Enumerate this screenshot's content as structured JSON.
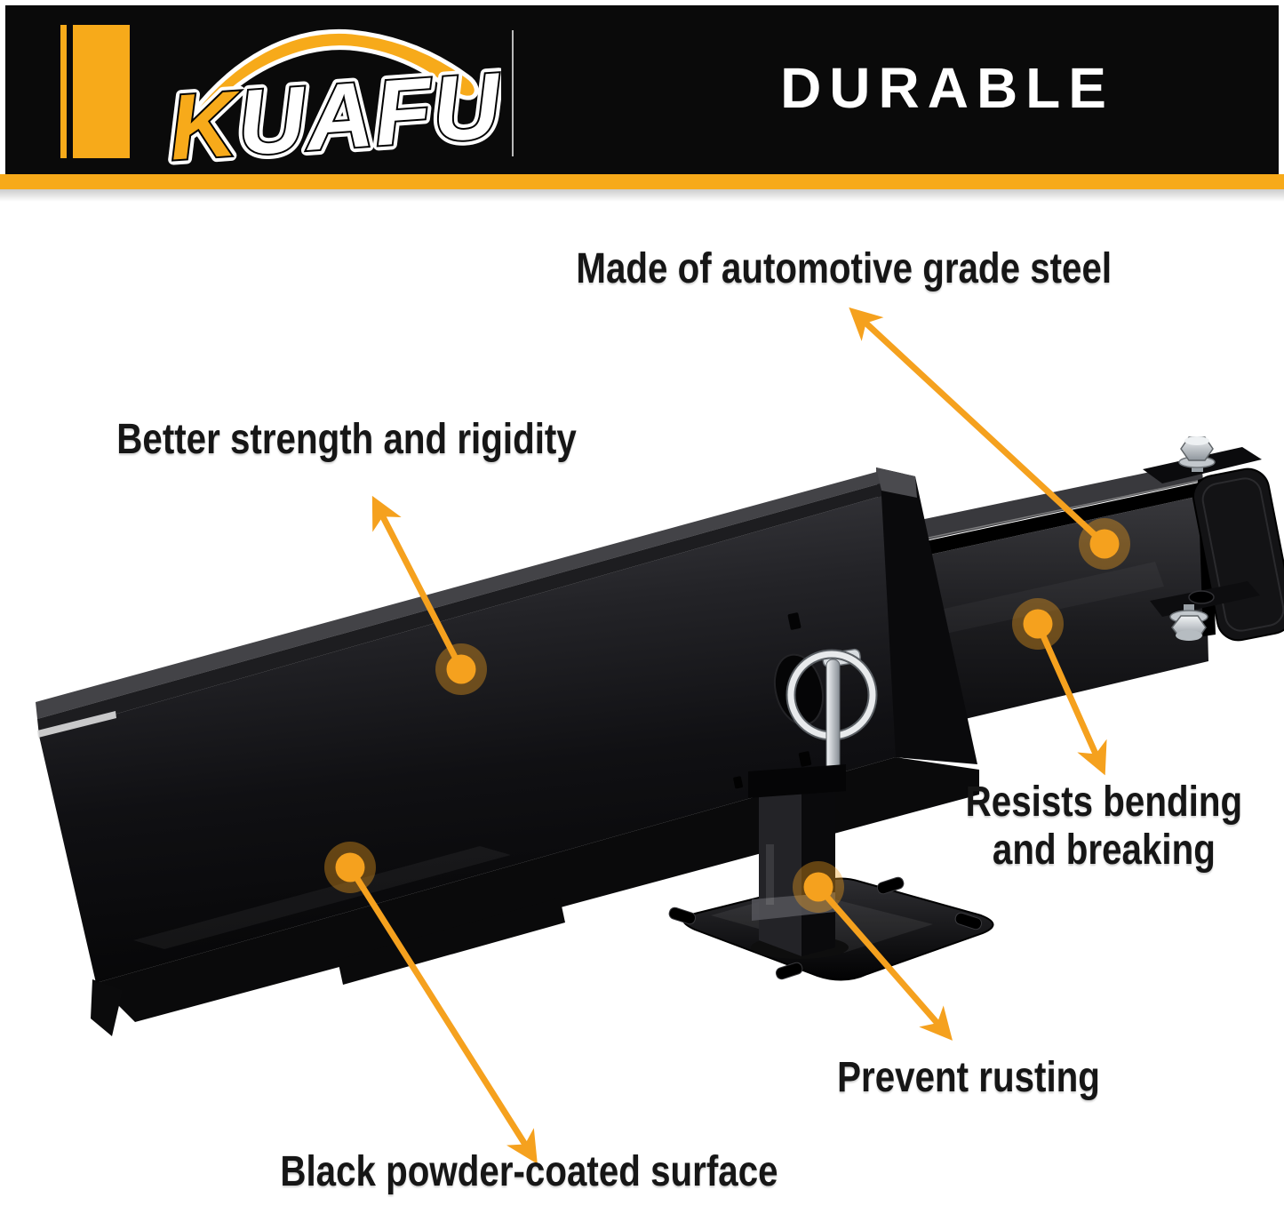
{
  "header": {
    "logo": {
      "k": "K",
      "rest": "UAFU"
    },
    "title": "DURABLE"
  },
  "annotations": [
    {
      "id": "steel",
      "label": "Made of automotive grade steel"
    },
    {
      "id": "strength",
      "label": "Better strength and rigidity"
    },
    {
      "id": "bending",
      "label": "Resists bending and breaking",
      "line1": "Resists bending",
      "line2": "and breaking"
    },
    {
      "id": "rust",
      "label": "Prevent rusting"
    },
    {
      "id": "coating",
      "label": "Black powder-coated surface"
    }
  ],
  "colors": {
    "accent_yellow": "#F7AA1A",
    "arrow_orange": "#F5A11E",
    "header_bg": "#0A0A0A",
    "headline_white": "#FFFFFF",
    "label_black": "#161616",
    "product_black": "#0B0B0D",
    "hardware_silver": "#D9DDE1",
    "background": "#FFFFFF"
  }
}
